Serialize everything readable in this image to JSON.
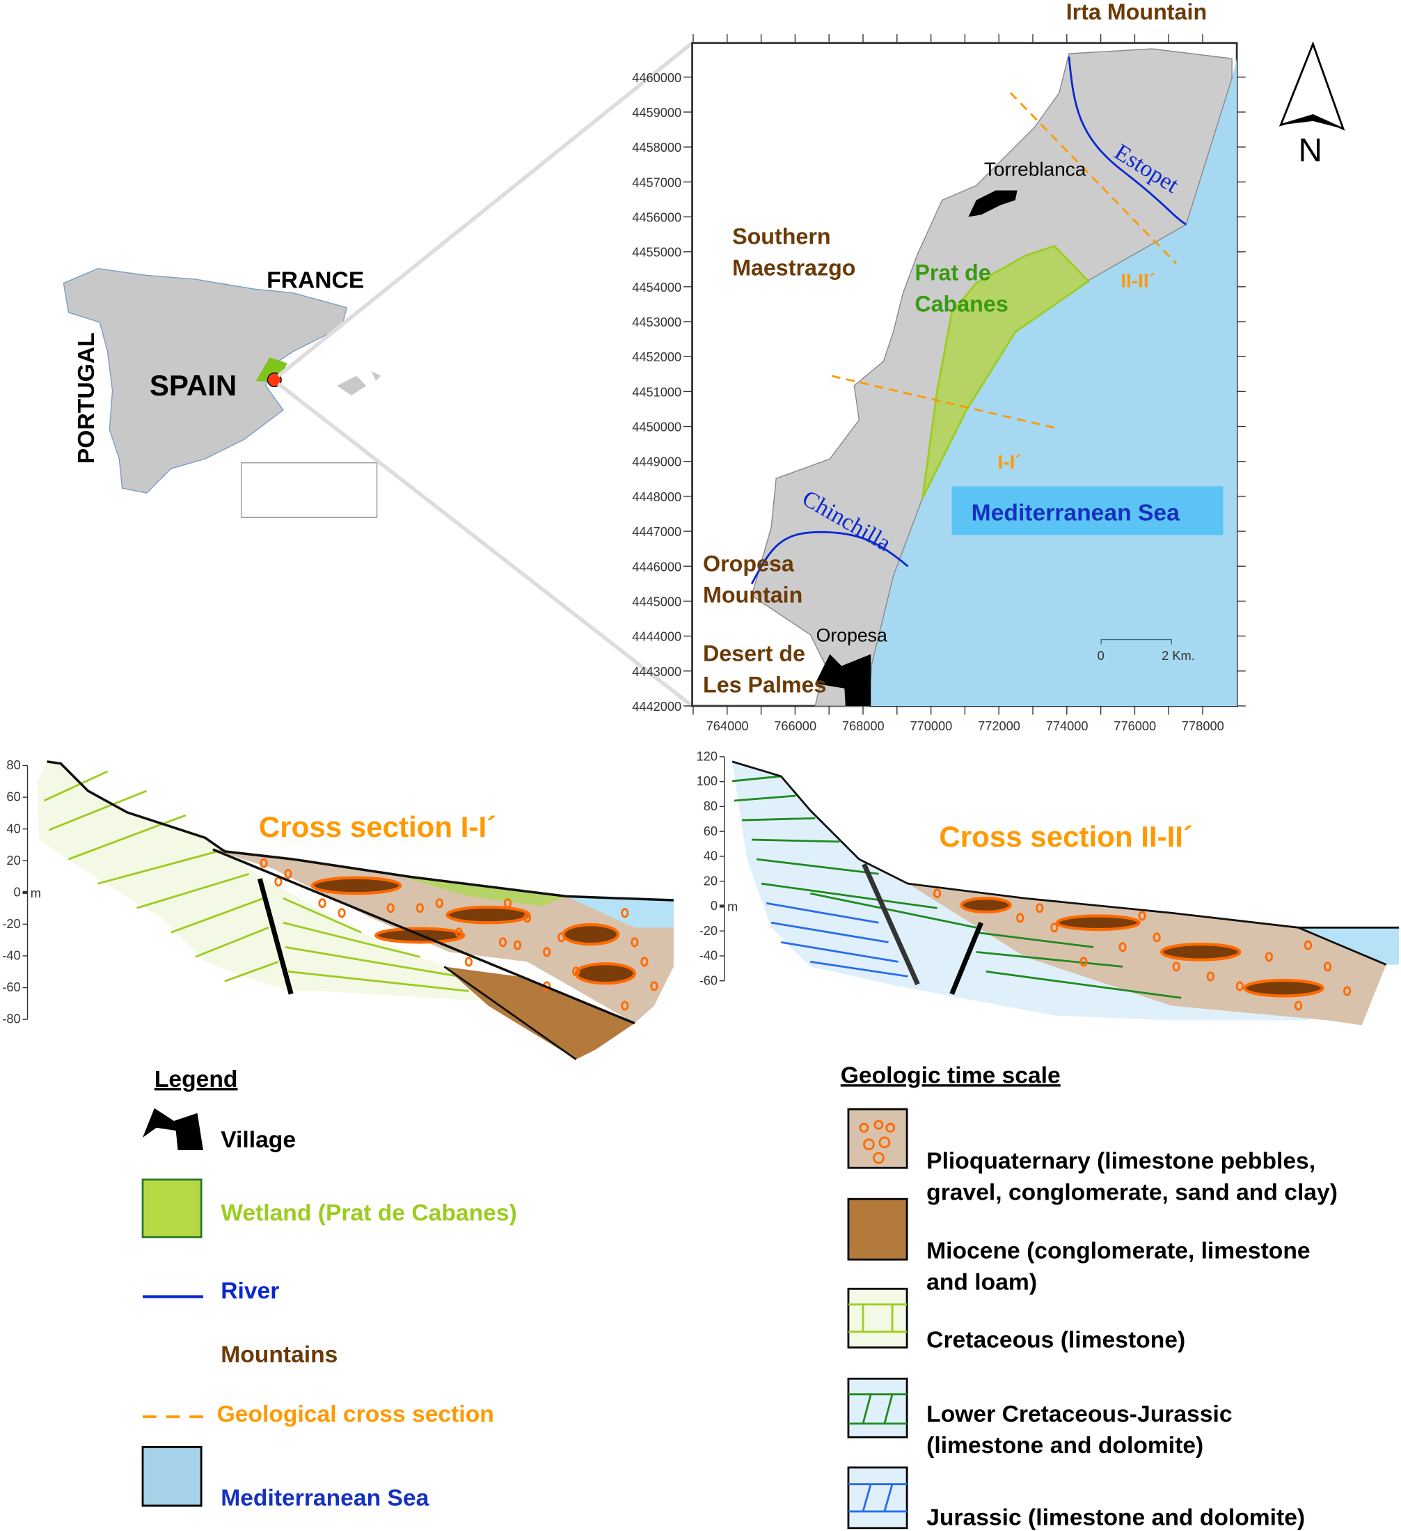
{
  "colors": {
    "sea": "#a6d8f2",
    "land": "#cccccc",
    "wetland": "#b5d465",
    "brown": "#6b3a06",
    "orange": "#ff9900",
    "river": "#0a28d0",
    "cretaceous": "#f3f9e4",
    "pebbles": "#d9c2ab",
    "miocene": "#b47a3c",
    "jurassic": "#dff0fb"
  },
  "overview": {
    "spain": "SPAIN",
    "france": "FRANCE",
    "portugal": "PORTUGAL"
  },
  "map": {
    "y_ticks": [
      "4460000",
      "4459000",
      "4458000",
      "4457000",
      "4456000",
      "4455000",
      "4454000",
      "4453000",
      "4452000",
      "4451000",
      "4450000",
      "4449000",
      "4448000",
      "4447000",
      "4446000",
      "4445000",
      "4444000",
      "4443000",
      "4442000"
    ],
    "x_ticks": [
      "764000",
      "766000",
      "768000",
      "770000",
      "772000",
      "774000",
      "776000",
      "778000"
    ],
    "labels": {
      "irta": "Irta Mountain",
      "torreblanca": "Torreblanca",
      "estopet": "Estopet",
      "southern1": "Southern",
      "southern2": "Maestrazgo",
      "prat1": "Prat de",
      "prat2": "Cabanes",
      "section2": "II-II´",
      "section1": "I-I´",
      "sea": "Mediterranean Sea",
      "chinchilla": "Chinchilla",
      "oropesa_m1": "Oropesa",
      "oropesa_m2": "Mountain",
      "oropesa": "Oropesa",
      "desert1": "Desert de",
      "desert2": "Les Palmes"
    },
    "scale": {
      "zero": "0",
      "two": "2 Km."
    },
    "north": "N"
  },
  "section1": {
    "title": "Cross section I-I´",
    "ticks": [
      "80",
      "60",
      "40",
      "20",
      "0",
      "-20",
      "-40",
      "-60",
      "-80"
    ],
    "unit": "m"
  },
  "section2": {
    "title": "Cross section II-II´",
    "ticks": [
      "120",
      "100",
      "80",
      "60",
      "40",
      "20",
      "0",
      "-20",
      "-40",
      "-60"
    ],
    "unit": "m"
  },
  "legend": {
    "title": "Legend",
    "items": [
      "Village",
      "Wetland (Prat de Cabanes)",
      "River",
      "Mountains",
      "Geological cross section",
      "Mediterranean Sea"
    ]
  },
  "timescale": {
    "title": "Geologic time scale",
    "items": [
      [
        "Plioquaternary (limestone pebbles,",
        "gravel, conglomerate, sand and clay)"
      ],
      [
        "Miocene (conglomerate, limestone",
        "and loam)"
      ],
      [
        "Cretaceous (limestone)"
      ],
      [
        "Lower Cretaceous-Jurassic",
        "(limestone and dolomite)"
      ],
      [
        "Jurassic (limestone and dolomite)"
      ]
    ]
  }
}
